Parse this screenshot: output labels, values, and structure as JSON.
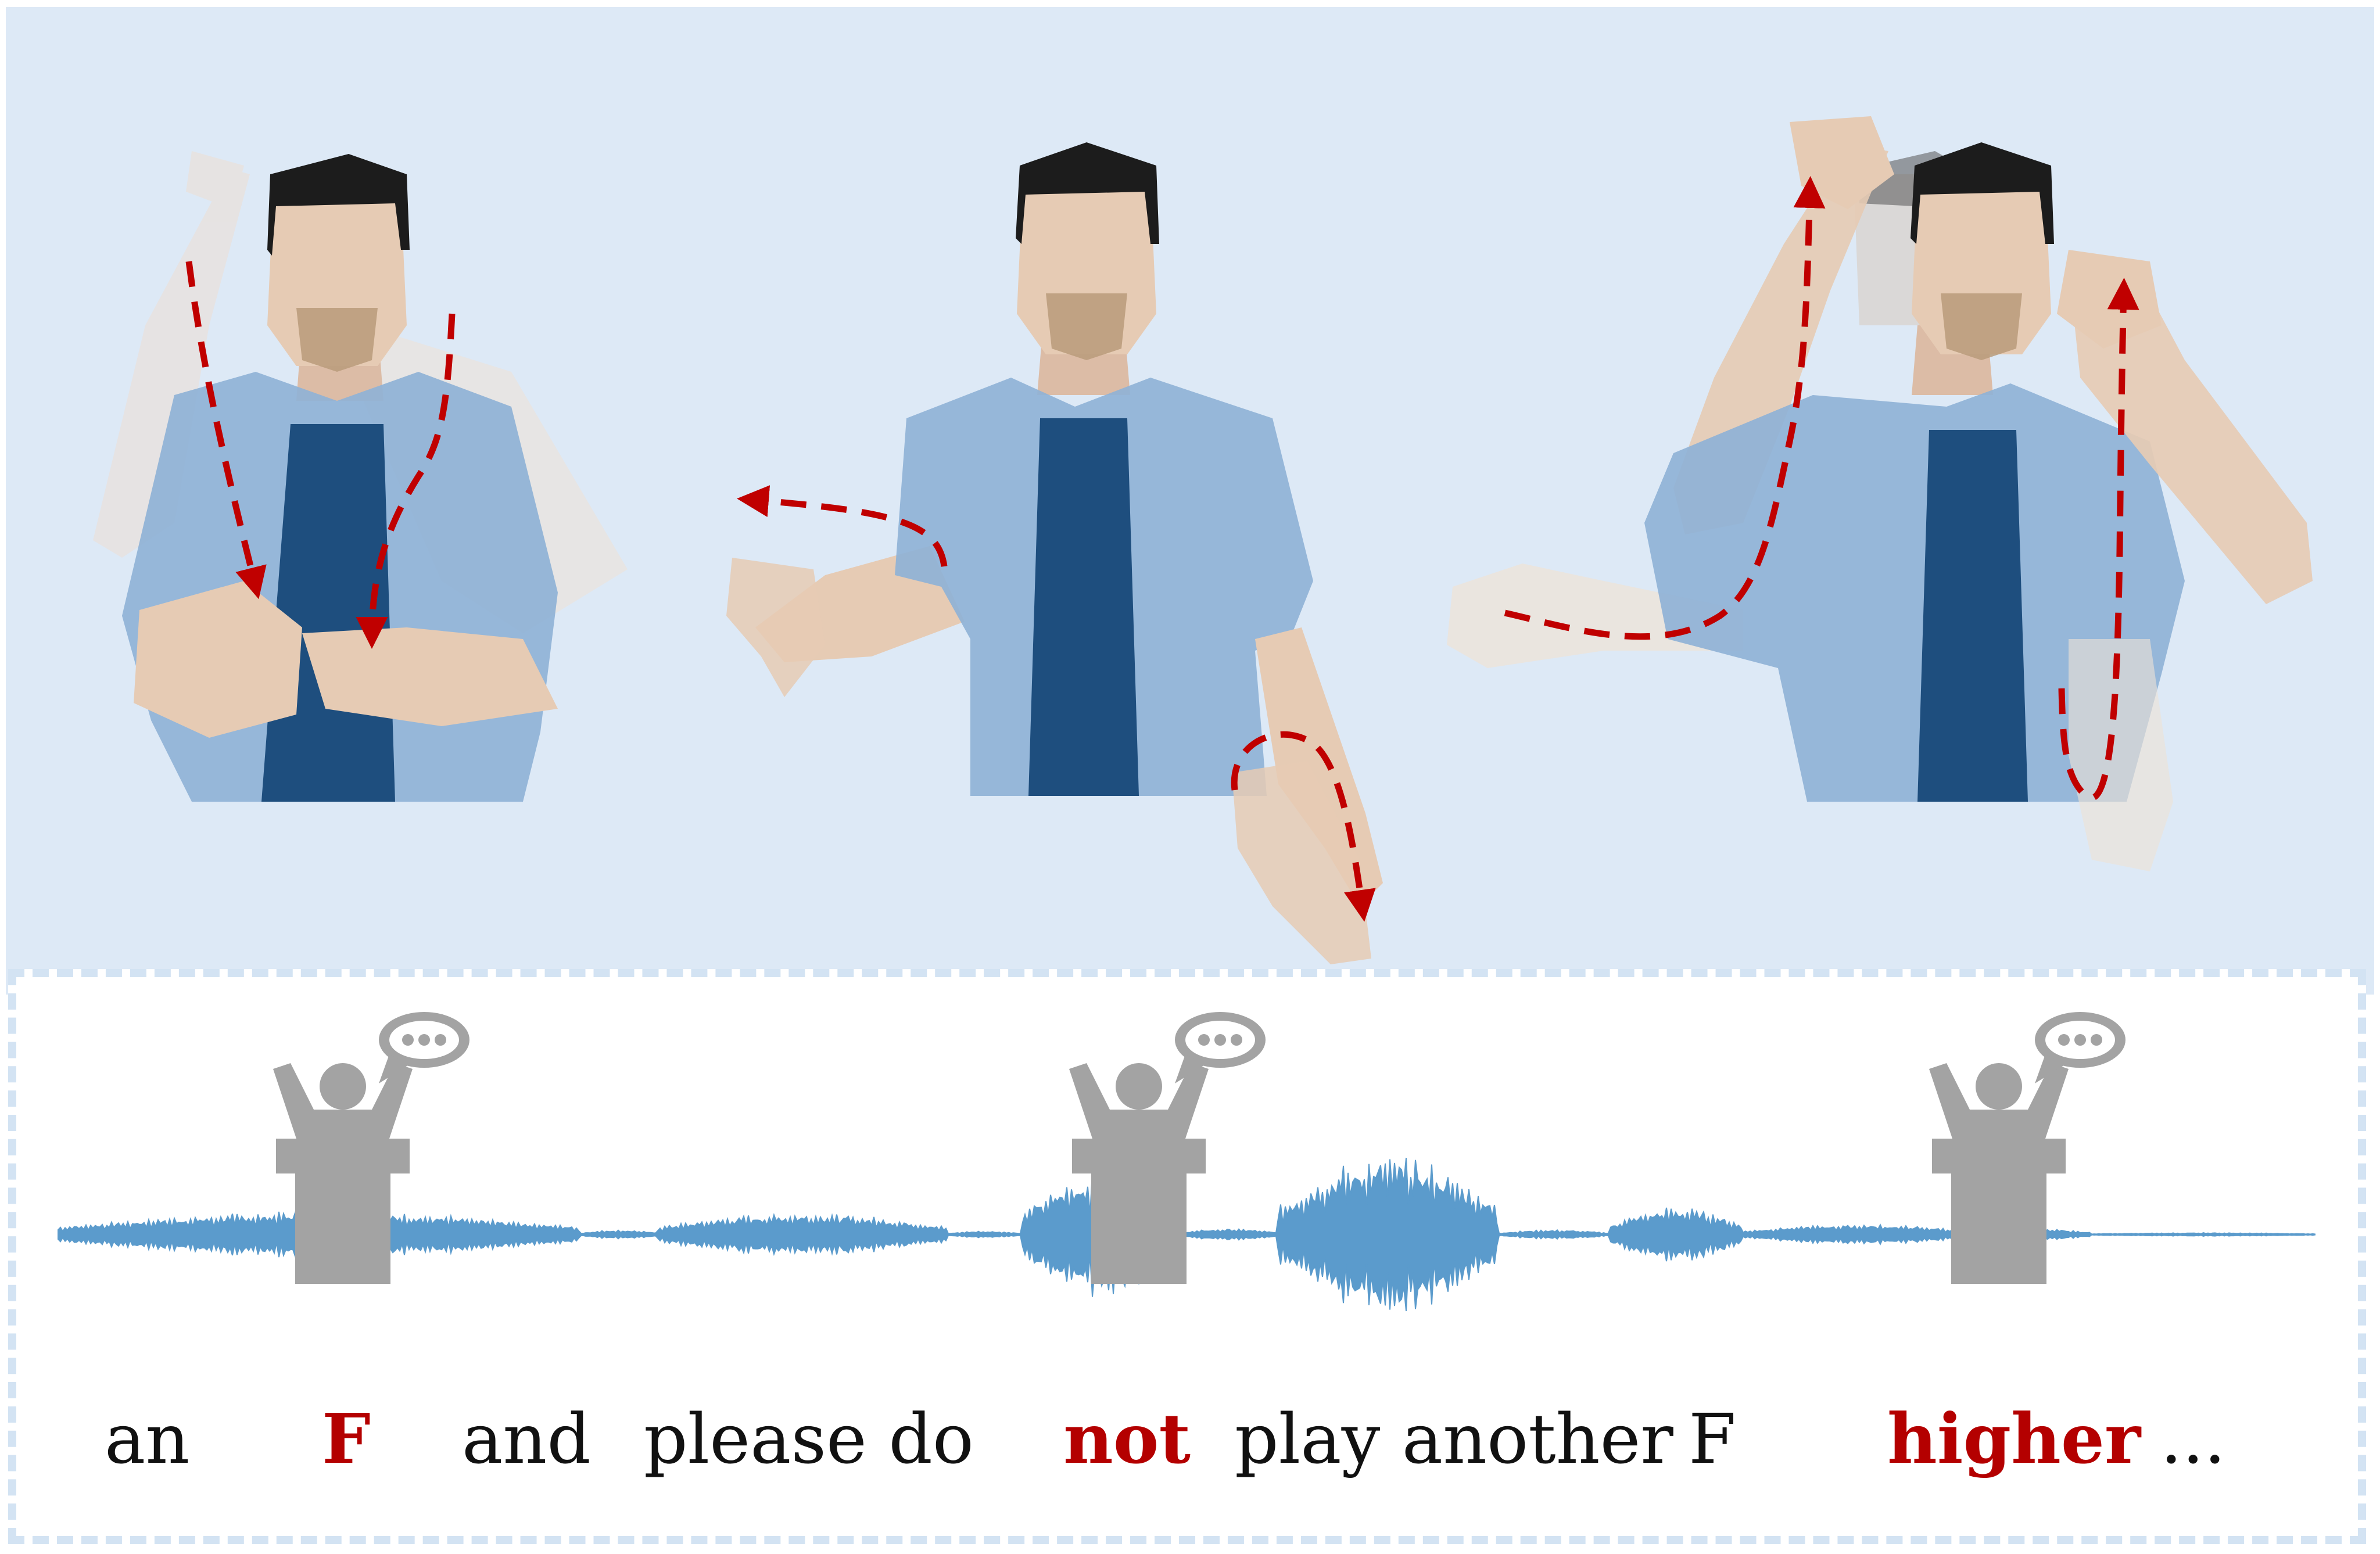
{
  "colors": {
    "background_top": "#dde9f6",
    "border_dashed": "#d3e3f3",
    "waveform": "#5b9bcc",
    "arrow": "#c00000",
    "highlight_text": "#b40000",
    "normal_text": "#111111",
    "speaker_icon": "#a3a3a3",
    "shirt": "#8fb2d6",
    "tshirt": "#1e4e7e",
    "skin": "#e6cbb4",
    "hair": "#1c1c1c"
  },
  "figures": [
    {
      "id": "left",
      "icon": "signing-avatar"
    },
    {
      "id": "middle",
      "icon": "signing-avatar"
    },
    {
      "id": "right",
      "icon": "signing-avatar"
    }
  ],
  "speakers": [
    {
      "icon": "speaker-at-podium-icon"
    },
    {
      "icon": "speaker-at-podium-icon"
    },
    {
      "icon": "speaker-at-podium-icon"
    }
  ],
  "transcript": [
    {
      "text": "an",
      "highlight": false
    },
    {
      "text": "F",
      "highlight": true
    },
    {
      "text": "and",
      "highlight": false
    },
    {
      "text": "please do",
      "highlight": false
    },
    {
      "text": "not",
      "highlight": true
    },
    {
      "text": "play another",
      "highlight": false
    },
    {
      "text": "F",
      "highlight": false
    },
    {
      "text": "higher",
      "highlight": true
    },
    {
      "text": "...",
      "highlight": false
    }
  ]
}
